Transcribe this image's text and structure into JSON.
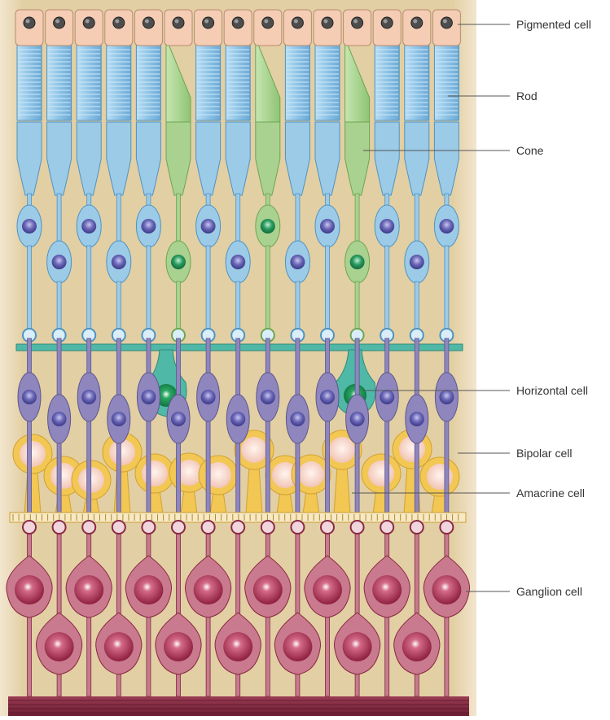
{
  "labels": {
    "pigmented_cell": "Pigmented cell",
    "rod": "Rod",
    "cone": "Cone",
    "horizontal_cell": "Horizontal cell",
    "bipolar_cell": "Bipolar cell",
    "amacrine_cell": "Amacrine cell",
    "ganglion_cell": "Ganglion cell"
  },
  "photoreceptors": [
    "rod",
    "rod",
    "rod",
    "rod",
    "rod",
    "cone",
    "rod",
    "rod",
    "cone",
    "rod",
    "rod",
    "cone",
    "rod",
    "rod",
    "rod"
  ],
  "colors": {
    "background": "#e3d2a6",
    "background_edge": "#f3e8d2",
    "pigmented_cell": "#f4cdb4",
    "rod": "#9ccbe8",
    "rod_dark": "#4f93c2",
    "cone": "#a9d18f",
    "cone_nucleus": "#2a9a5e",
    "rod_nucleus": "#6a67b7",
    "horizontal_cell": "#4fb8a6",
    "bipolar_cell": "#8e86bd",
    "amacrine_cell": "#f2c753",
    "amacrine_nucleus": "#f6d7cc",
    "ganglion_cell": "#c97a8e",
    "ganglion_nucleus": "#a22a4a",
    "nerve_fiber": "#7a2a3e"
  }
}
